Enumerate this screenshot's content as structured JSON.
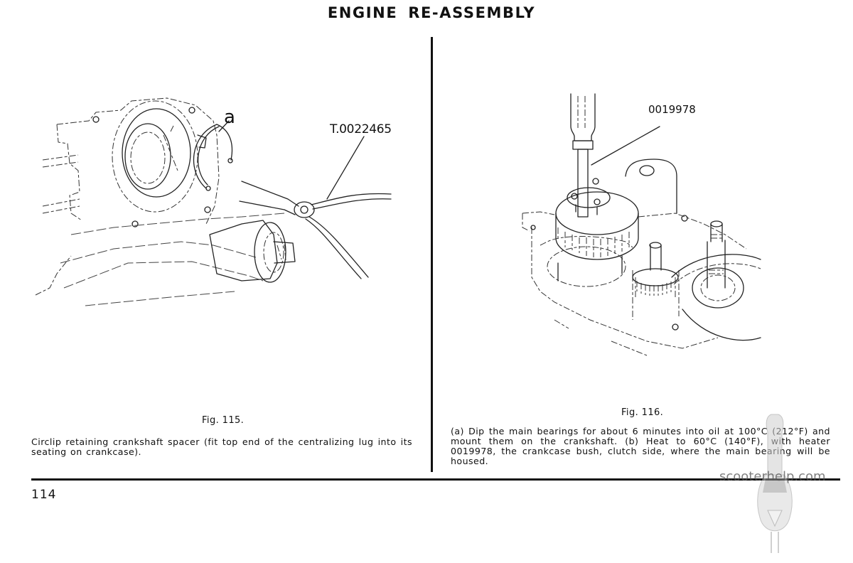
{
  "header": {
    "title": "ENGINE  RE-ASSEMBLY"
  },
  "left_figure": {
    "callouts": {
      "part_label": "a",
      "tool_label": "T.0022465"
    },
    "caption": "Fig. 115.",
    "description": "Circlip retaining crankshaft spacer (fit top end of the centralizing lug into its seating on crankcase)."
  },
  "right_figure": {
    "callouts": {
      "tool_label": "0019978"
    },
    "caption": "Fig. 116.",
    "description": "(a) Dip the main bearings for about 6 minutes into oil at 100°C (212°F) and mount them on the crankshaft.    (b) Heat to 60°C (140°F), with heater 0019978, the crankcase bush, clutch side, where the main bearing will be housed."
  },
  "footer": {
    "page_number": "114"
  },
  "watermark": {
    "text": "scooterhelp.com",
    "icon": "scooter-front-icon"
  }
}
